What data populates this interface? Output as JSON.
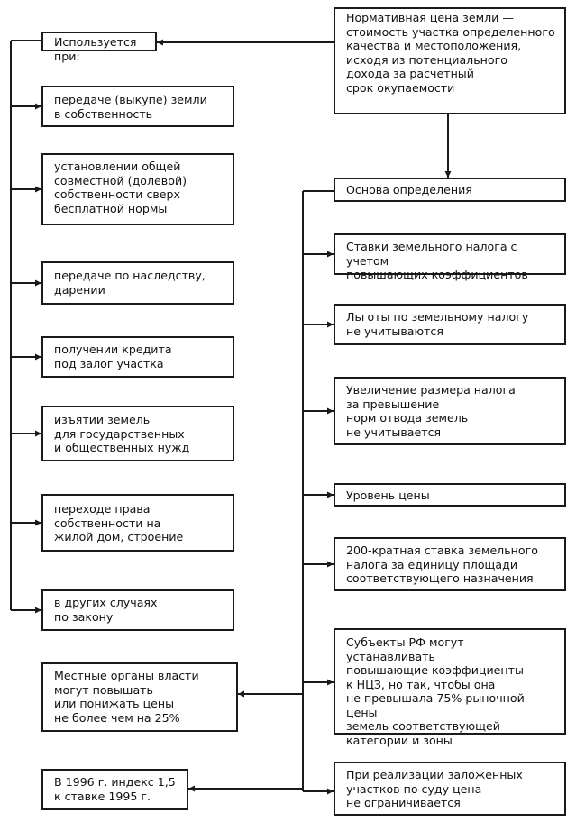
{
  "colors": {
    "line": "#1a1a1a",
    "background": "#ffffff"
  },
  "nodes": {
    "definition": "Нормативная цена земли —\nстоимость участка определенного\nкачества и местоположения,\nисходя из потенциального\nдохода за расчетный\nсрок окупаемости",
    "used_when": "Используется при:",
    "basis": "Основа   определения",
    "left_items": [
      "передаче (выкупе) земли\nв собственность",
      "установлении общей\nсовместной (долевой)\nсобственности сверх\nбесплатной нормы",
      "передаче по наследству,\nдарении",
      "получении кредита\nпод залог участка",
      "изъятии земель\nдля государственных\nи общественных нужд",
      "переходе права\nсобственности на\nжилой дом, строение",
      "в  других случаях\nпо закону"
    ],
    "local_authorities": "Местные органы власти\nмогут повышать\nили понижать цены\nне более чем на 25%",
    "index_1996": "В 1996 г. индекс 1,5\nк ставке 1995 г.",
    "right_items": [
      "Ставки земельного налога с учетом\nповышающих коэффициентов",
      "Льготы по земельному налогу\nне учитываются",
      "Увеличение размера налога\nза превышение\nнорм отвода земель\nне учитывается",
      "Уровень цены",
      "200-кратная ставка земельного\nналога за единицу площади\nсоответствующего назначения",
      "Субъекты РФ могут устанавливать\nповышающие коэффициенты\nк НЦЗ, но так, чтобы она\nне превышала 75% рыночной цены\nземель соответствующей\nкатегории и зоны",
      "При реализации заложенных\n участков по суду цена\nне ограничивается"
    ]
  }
}
